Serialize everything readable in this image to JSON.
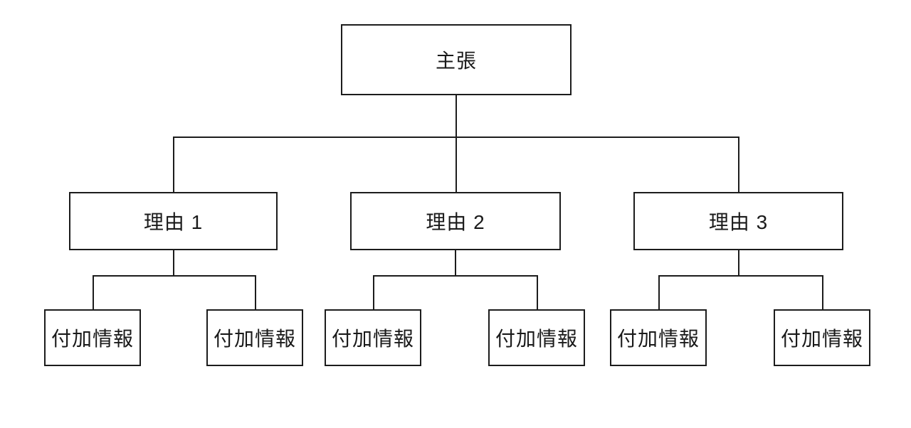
{
  "diagram": {
    "type": "tree",
    "root": {
      "label": "主張"
    },
    "reasons": [
      {
        "label": "理由 1",
        "children": [
          {
            "label": "付加情報"
          },
          {
            "label": "付加情報"
          }
        ]
      },
      {
        "label": "理由 2",
        "children": [
          {
            "label": "付加情報"
          },
          {
            "label": "付加情報"
          }
        ]
      },
      {
        "label": "理由 3",
        "children": [
          {
            "label": "付加情報"
          },
          {
            "label": "付加情報"
          }
        ]
      }
    ],
    "colors": {
      "line": "#1c1c1c",
      "box_border": "#1c1c1c",
      "box_fill": "#ffffff",
      "text": "#1a1a1a",
      "background": "#ffffff"
    }
  }
}
